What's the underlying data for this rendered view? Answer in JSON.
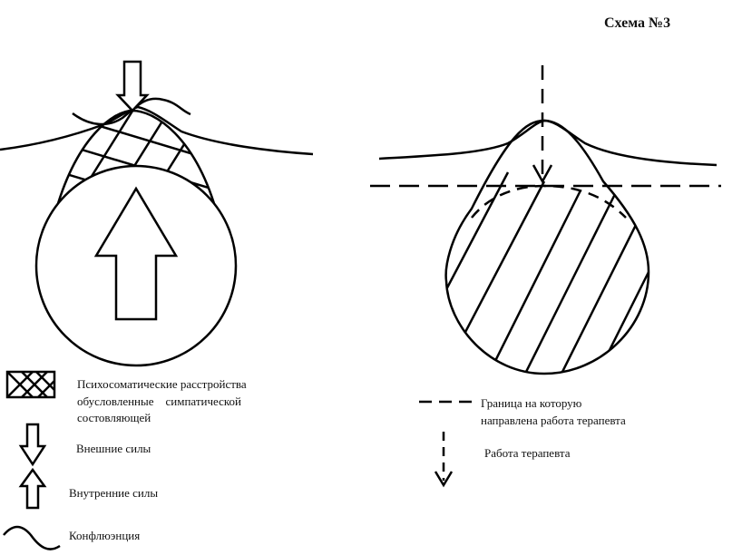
{
  "title": "Схема №3",
  "legend_left": {
    "psychosomatic_line1": "Психосоматические расстройства",
    "psychosomatic_line2": "обусловленные    симпатической",
    "psychosomatic_line3": "состовляющей",
    "external_forces": "Внешние силы",
    "internal_forces": "Внутренние силы",
    "confluence": "Конфлюэнция"
  },
  "legend_right": {
    "boundary_line1": "Граница на которую",
    "boundary_line2": "направлена работа терапевта",
    "therapist_work": "Работа терапевта"
  },
  "colors": {
    "ink": "#000000",
    "background": "#ffffff"
  }
}
